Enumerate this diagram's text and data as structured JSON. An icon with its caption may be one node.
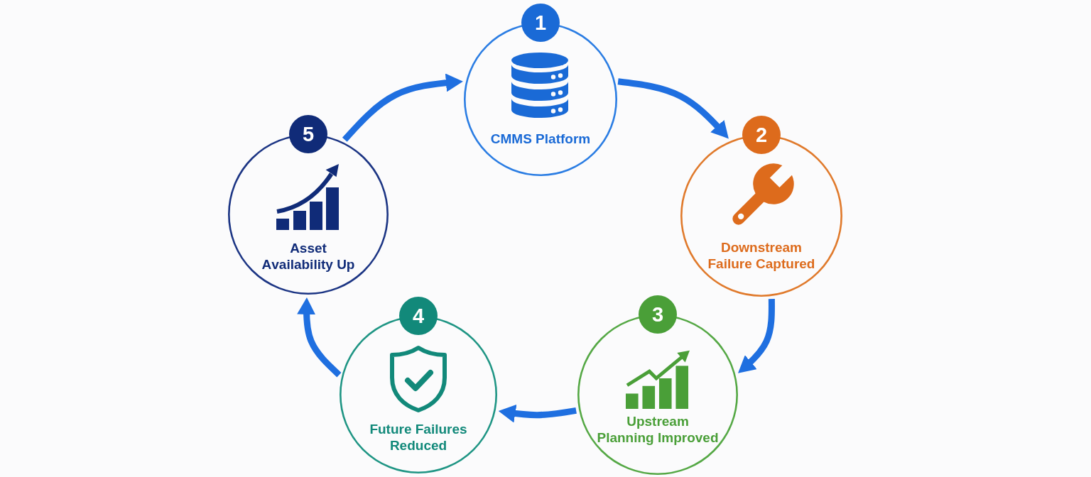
{
  "diagram": {
    "nodes": [
      {
        "text": [
          "1",
          "CMMS Platform"
        ]
      },
      {
        "text": [
          "2",
          "Downstream Failure Captured"
        ]
      },
      {
        "text": [
          "3",
          "Upstream Planning Improved"
        ]
      },
      {
        "text": [
          "4",
          "Future Failures Reduced"
        ]
      },
      {
        "text": [
          "5",
          "Asset Availability Up"
        ]
      }
    ],
    "edges": [
      {
        "from": 0,
        "to": 1,
        "arrow": "to"
      },
      {
        "from": 1,
        "to": 2,
        "arrow": "to"
      },
      {
        "from": 2,
        "to": 3,
        "arrow": "to"
      },
      {
        "from": 3,
        "to": 4,
        "arrow": "to"
      },
      {
        "from": 4,
        "to": 0,
        "arrow": "to"
      }
    ]
  }
}
